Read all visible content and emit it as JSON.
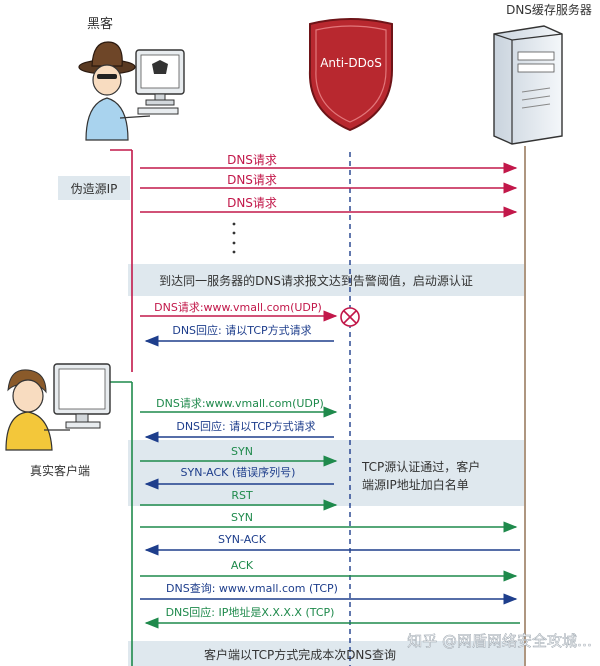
{
  "labels": {
    "hacker": "黑客",
    "dns_server": "DNS缓存服务器",
    "shield": "Anti-DDoS",
    "spoof_ip": "伪造源IP",
    "real_client": "真实客户端",
    "watermark": "知乎 @网盾网络安全攻城…"
  },
  "banners": {
    "threshold": "到达同一服务器的DNS请求报文达到告警阈值，启动源认证",
    "tcp_whitelist_line1": "TCP源认证通过，客户",
    "tcp_whitelist_line2": "端源IP地址加白名单",
    "final": "客户端以TCP方式完成本次DNS查询"
  },
  "messages": {
    "attack1": "DNS请求",
    "attack2": "DNS请求",
    "attack3": "DNS请求",
    "dots": "⋮",
    "spoof_udp_req": "DNS请求:www.vmall.com(UDP)",
    "spoof_tcp_reply": "DNS回应: 请以TCP方式请求",
    "real_udp_req": "DNS请求:www.vmall.com(UDP)",
    "real_tcp_reply": "DNS回应: 请以TCP方式请求",
    "syn1": "SYN",
    "synack1": "SYN-ACK (错误序列号)",
    "rst": "RST",
    "syn2": "SYN",
    "synack2": "SYN-ACK",
    "ack": "ACK",
    "dns_query_tcp": "DNS查询: www.vmall.com (TCP)",
    "dns_reply_tcp": "DNS回应: IP地址是X.X.X.X (TCP)"
  },
  "colors": {
    "attack_red": "#c2184a",
    "client_green": "#1f8a4c",
    "reply_blue": "#1e3e8c",
    "server_brown": "#8b6a4a",
    "banner_bg": "#dfe8ee",
    "shield_red": "#b8282f"
  }
}
